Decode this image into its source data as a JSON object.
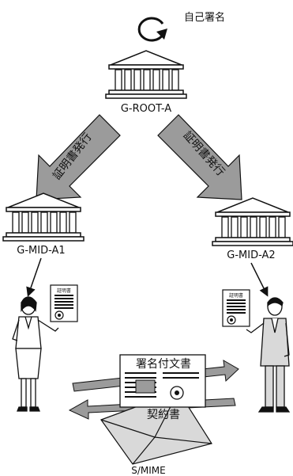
{
  "title": "",
  "self_sign_label": "自己署名",
  "root_ca_label": "G-ROOT-A",
  "issue_label_left": "証明書発行",
  "issue_label_right": "証明書発行",
  "mid_ca_left_label": "G-MID-A1",
  "mid_ca_right_label": "G-MID-A2",
  "cert_tag": "証明書",
  "signed_doc_label": "署名付文書",
  "contract_label": "契約書",
  "protocol_label": "S/MIME",
  "icons": {
    "ca_building": "bank-building-icon",
    "self_loop": "circular-arrow-icon",
    "certificate": "certificate-icon",
    "person": "person-icon",
    "document": "document-icon",
    "envelope": "envelope-icon"
  },
  "colors": {
    "ink": "#111111",
    "gray_arrow": "#9b9b9b",
    "light_gray": "#d9d9d9",
    "paper": "#ffffff"
  }
}
